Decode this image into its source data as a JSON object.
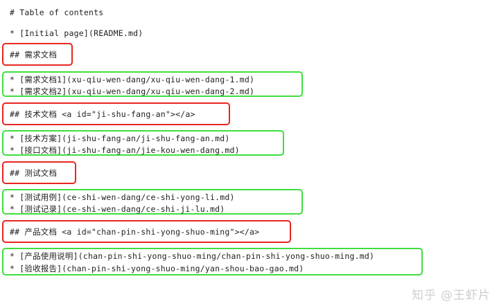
{
  "document": {
    "title_line": "# Table of contents",
    "initial_page_line": "* [Initial page](README.md)"
  },
  "sections": [
    {
      "heading": "## 需求文档",
      "heading_box_color": "#e8251f",
      "items": [
        "* [需求文档1](xu-qiu-wen-dang/xu-qiu-wen-dang-1.md)",
        "* [需求文档2](xu-qiu-wen-dang/xu-qiu-wen-dang-2.md)"
      ],
      "items_box_color": "#3ede3e"
    },
    {
      "heading": "## 技术文档 <a id=\"ji-shu-fang-an\"></a>",
      "heading_box_color": "#e8251f",
      "items": [
        "* [技术方案](ji-shu-fang-an/ji-shu-fang-an.md)",
        "* [接口文档](ji-shu-fang-an/jie-kou-wen-dang.md)"
      ],
      "items_box_color": "#3ede3e"
    },
    {
      "heading": "## 测试文档",
      "heading_box_color": "#e8251f",
      "items": [
        "* [测试用例](ce-shi-wen-dang/ce-shi-yong-li.md)",
        "* [测试记录](ce-shi-wen-dang/ce-shi-ji-lu.md)"
      ],
      "items_box_color": "#3ede3e"
    },
    {
      "heading": "## 产品文档 <a id=\"chan-pin-shi-yong-shuo-ming\"></a>",
      "heading_box_color": "#e8251f",
      "items": [
        "* [产品使用说明](chan-pin-shi-yong-shuo-ming/chan-pin-shi-yong-shuo-ming.md)",
        "* [验收报告](chan-pin-shi-yong-shuo-ming/yan-shou-bao-gao.md)"
      ],
      "items_box_color": "#3ede3e"
    }
  ],
  "watermark": {
    "logo": "知乎",
    "user": "@王虾片"
  }
}
